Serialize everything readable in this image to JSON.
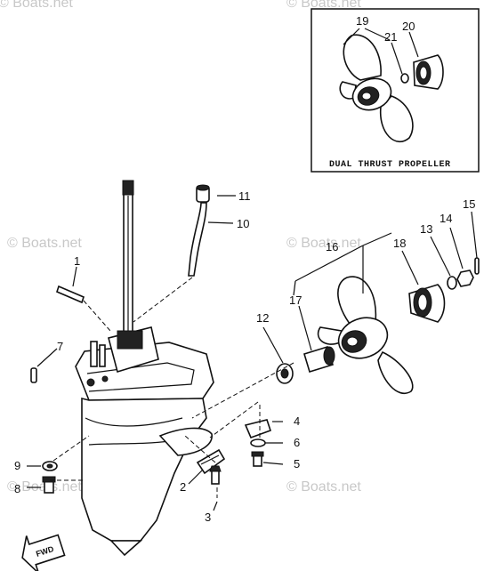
{
  "watermark": "© Boats.net",
  "inset": {
    "caption": "DUAL THRUST PROPELLER"
  },
  "parts": [
    "1",
    "2",
    "3",
    "4",
    "5",
    "6",
    "7",
    "8",
    "9",
    "10",
    "11",
    "12",
    "13",
    "14",
    "15",
    "16",
    "17",
    "18",
    "19",
    "20",
    "21"
  ],
  "fwd_label": "FWD"
}
